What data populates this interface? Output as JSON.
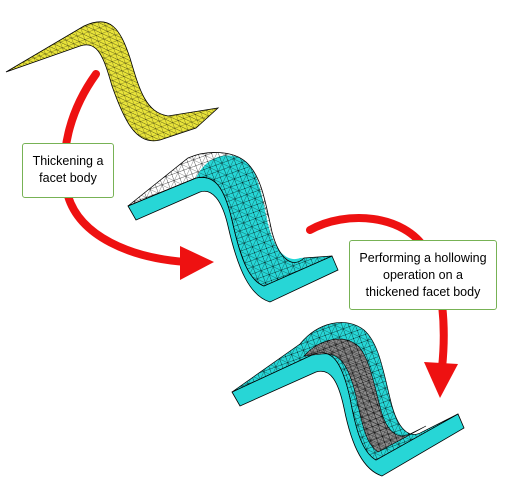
{
  "colors": {
    "yellow_mesh_fill": "#e8e33a",
    "cyan_mesh_fill": "#27d6d6",
    "gray_hollow_fill": "#8a8a8a",
    "mesh_edge": "#000000",
    "arrow": "#ee1111",
    "callout_border": "#77b255"
  },
  "callouts": [
    {
      "line1": "Thickening a",
      "line2": "facet body"
    },
    {
      "line1": "Performing a hollowing",
      "line2": "operation on a",
      "line3": "thickened facet body"
    }
  ]
}
